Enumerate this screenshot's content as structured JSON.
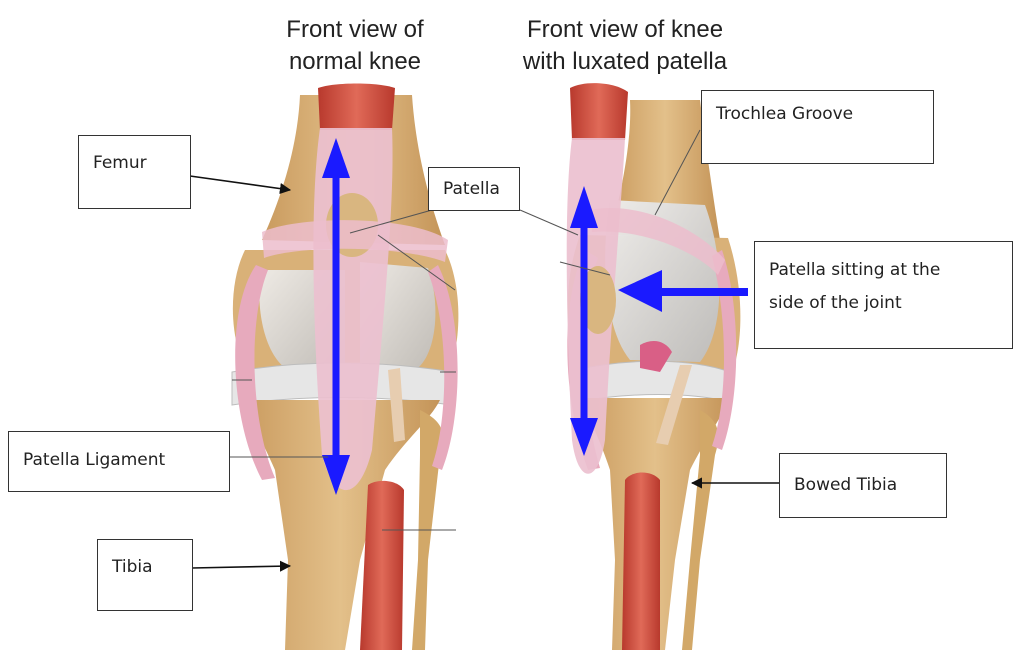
{
  "titles": {
    "normal": [
      "Front view of",
      "normal knee"
    ],
    "luxated": [
      "Front view of knee",
      "with luxated patella"
    ]
  },
  "labels": {
    "femur": "Femur",
    "patella": "Patella",
    "patella_ligament": "Patella Ligament",
    "tibia": "Tibia",
    "trochlea_groove": "Trochlea Groove",
    "patella_side": [
      "Patella sitting at the",
      "side of the joint"
    ],
    "bowed_tibia": "Bowed Tibia"
  },
  "colors": {
    "bone": "#d8b27a",
    "cartilage": "#d4d4d4",
    "ligament": "#e8b7c9",
    "muscle": "#cf4a3c",
    "arrow": "#1a1aff"
  }
}
